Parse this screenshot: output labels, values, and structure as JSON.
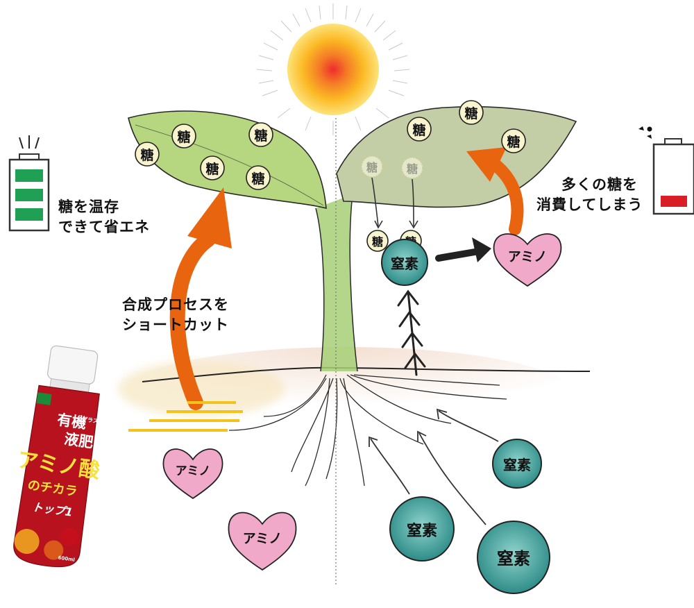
{
  "labels": {
    "left_caption_1": "糖を温存",
    "left_caption_2": "できて省エネ",
    "right_caption_1": "多くの糖を",
    "right_caption_2": "消費してしまう",
    "shortcut_1": "合成プロセスを",
    "shortcut_2": "ショートカット"
  },
  "tokens": {
    "sugar": "糖",
    "nitrogen": "窒素",
    "amino": "アミノ"
  },
  "bottle": {
    "line1": "有機",
    "plus": "プラス",
    "line2": "液肥",
    "line3": "アミノ酸",
    "line4": "のチカラ",
    "brand": "トップ1",
    "volume": "600ml"
  },
  "colors": {
    "arrow_orange": "#e8640f",
    "nitrogen_teal": "#3d9c98",
    "amino_pink": "#f1a9c9",
    "battery_full_green": "#1fa055",
    "battery_low_red": "#d91f26",
    "leaf_green": "#b6d67f",
    "leaf_gray_green": "#c4cea6"
  }
}
